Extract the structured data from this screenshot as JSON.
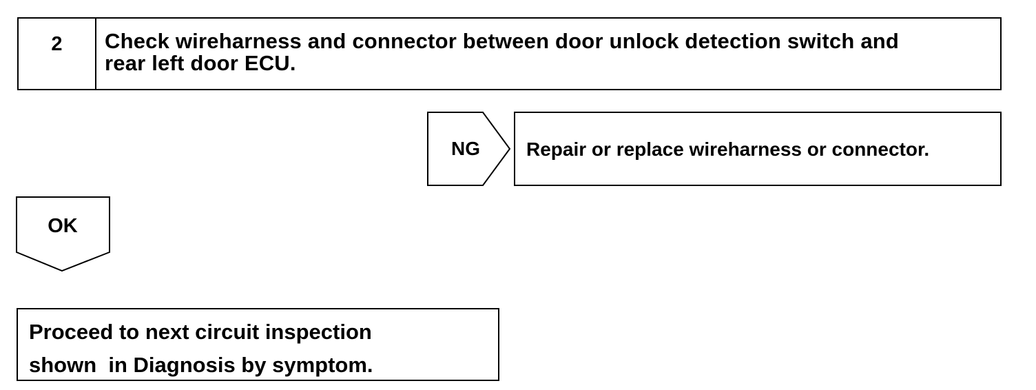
{
  "step": {
    "number": "2",
    "title_line1": "Check wireharness and connector between door unlock detection switch and",
    "title_line2": "rear left door ECU."
  },
  "ng_branch": {
    "label": "NG",
    "action": "Repair or replace wireharness or connector."
  },
  "ok_branch": {
    "label": "OK"
  },
  "next_step": {
    "line1": "Proceed to next circuit inspection",
    "line2": "shown  in Diagnosis by symptom."
  }
}
